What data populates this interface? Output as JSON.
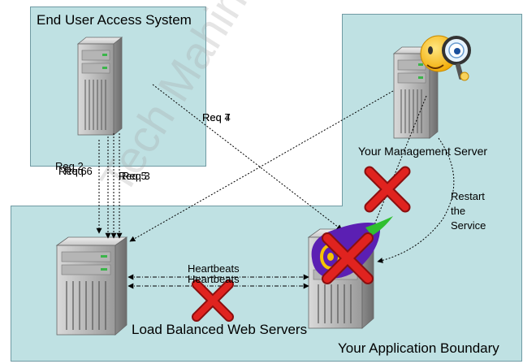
{
  "regions": {
    "end_user": "End User Access System",
    "management": "Your Management Server",
    "app_boundary": "Your Application Boundary",
    "web_servers": "Load Balanced Web Servers"
  },
  "labels": {
    "req_left_a": "Req 2",
    "req_left_b": "Req 6",
    "req_left_c": "Req 6",
    "req_right_a": "Req 5",
    "req_right_b": "Req 3",
    "req_top_a": "Req 7",
    "req_top_b": "Req 4",
    "heartbeats_a": "Heartbeats",
    "heartbeats_b": "Heartbeats",
    "restart": "Restart\nthe\nService"
  },
  "watermark": "Tech Mahindra",
  "colors": {
    "box_fill": "#bfe1e3",
    "box_border": "#6f9aa3",
    "cross_red": "#e0231f",
    "logo_purple": "#5b1fb3",
    "logo_yellow": "#f5c400"
  }
}
